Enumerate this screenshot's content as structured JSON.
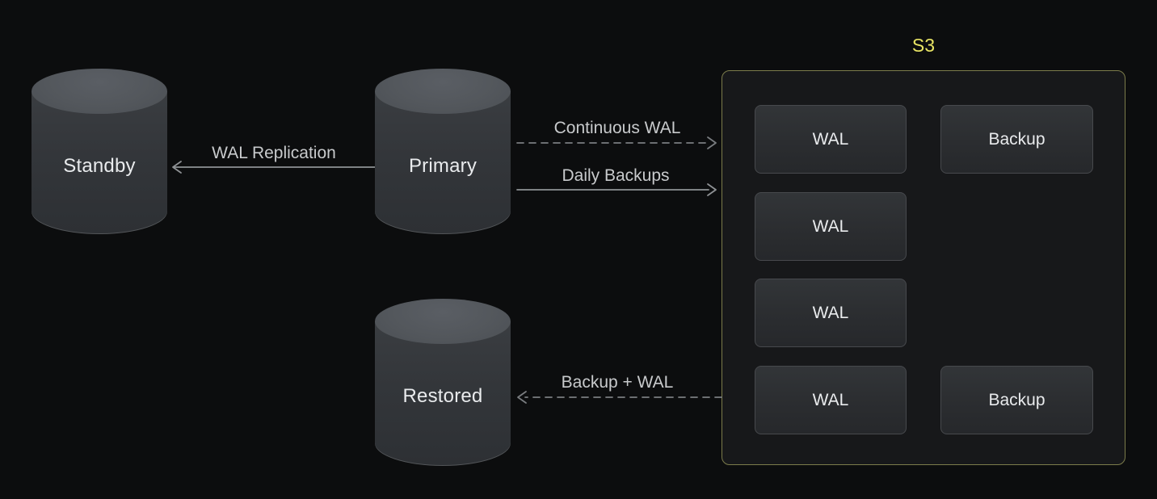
{
  "diagram": {
    "nodes": {
      "standby": {
        "label": "Standby",
        "type": "database-cylinder"
      },
      "primary": {
        "label": "Primary",
        "type": "database-cylinder"
      },
      "restored": {
        "label": "Restored",
        "type": "database-cylinder"
      }
    },
    "s3": {
      "title": "S3",
      "wal_items": [
        "WAL",
        "WAL",
        "WAL",
        "WAL"
      ],
      "backup_items": [
        "Backup",
        "Backup"
      ]
    },
    "arrows": [
      {
        "label": "WAL Replication",
        "style": "solid",
        "from": "Primary",
        "to": "Standby"
      },
      {
        "label": "Continuous WAL",
        "style": "dashed",
        "from": "Primary",
        "to": "S3"
      },
      {
        "label": "Daily Backups",
        "style": "solid",
        "from": "Primary",
        "to": "S3"
      },
      {
        "label": "Backup + WAL",
        "style": "dashed",
        "from": "S3",
        "to": "Restored"
      }
    ],
    "colors": {
      "bg": "#0c0d0e",
      "accent-yellow": "#e8e464",
      "s3-border": "#7c7c4b",
      "solid-arrow": "#8f9295",
      "dashed-arrow": "#7a7d80",
      "label-text": "#c8cacc"
    }
  }
}
